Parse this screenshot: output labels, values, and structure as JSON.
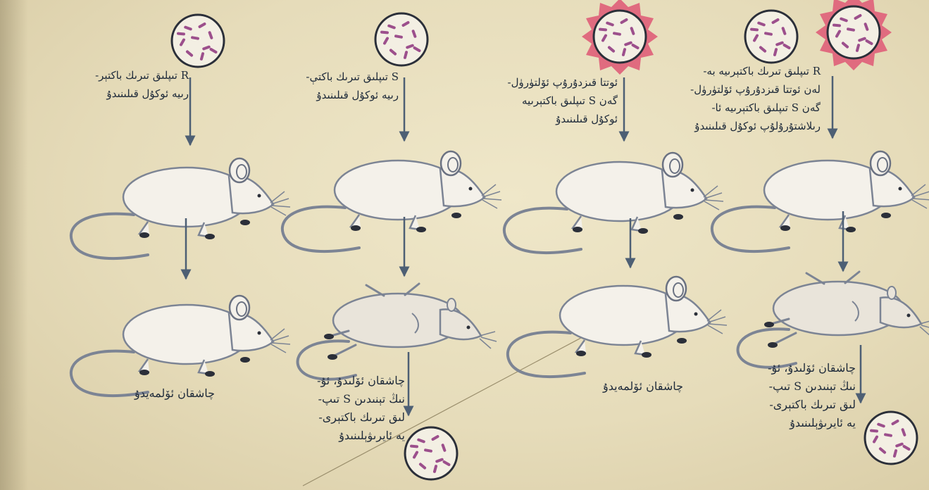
{
  "experiments": [
    {
      "id": "exp1",
      "bacteria_type": "R",
      "injection_lines": [
        "R تىپلىق تىرىك باكتېر-",
        "رىيە ئوكۇل قىلىنىدۇ"
      ],
      "result_lines": [
        "چاشقان ئۆلمەيدۇ"
      ],
      "mouse_final_state": "alive",
      "colony_result": false
    },
    {
      "id": "exp2",
      "bacteria_type": "S",
      "injection_lines": [
        "S تىپلىق تىرىك باكتې-",
        "رىيە ئوكۇل قىلىنىدۇ"
      ],
      "result_lines": [
        "چاشقان ئۆلىدۇ، ئۇ-",
        "نىڭ تېنىدىن S تىپ-",
        "لىق تىرىك باكتېرى-",
        "يە ئايرىۋېلىنىدۇ"
      ],
      "mouse_final_state": "dead",
      "colony_result": true
    },
    {
      "id": "exp3",
      "bacteria_type": "S (heat-killed)",
      "injection_lines": [
        "ئوتتا قىزدۇرۇپ ئۆلتۈرۈل-",
        "گەن S تىپلىق باكتېرىيە",
        "ئوكۇل قىلىنىدۇ"
      ],
      "result_lines": [
        "چاشقان ئۆلمەيدۇ"
      ],
      "mouse_final_state": "alive",
      "colony_result": false
    },
    {
      "id": "exp4",
      "bacteria_type": "R + S (heat-killed)",
      "injection_lines": [
        "R تىپلىق تىرىك باكتېرىيە بە-",
        "لەن ئوتتا قىزدۇرۇپ ئۆلتۈرۈل-",
        "گەن S تىپلىق باكتېرىيە ئا-",
        "رىلاشتۇرۇلۇپ ئوكۇل قىلىنىدۇ"
      ],
      "result_lines": [
        "چاشقان ئۆلىدۇ، ئۇ-",
        "نىڭ تېنىدىن S تىپ-",
        "لىق تىرىك باكتېرى-",
        "يە ئايرىۋېلىنىدۇ"
      ],
      "mouse_final_state": "dead",
      "colony_result": true
    }
  ],
  "colors": {
    "paper": "#e9dfbf",
    "ink": "#1e2a3a",
    "arrow": "#4d5f74",
    "mouse_fill": "#f4f1ea",
    "mouse_outline": "#7c8494",
    "dish_fill": "#f3efe3",
    "bacteria": "#9c4f8c",
    "heat_halo": "#e06b7f"
  }
}
